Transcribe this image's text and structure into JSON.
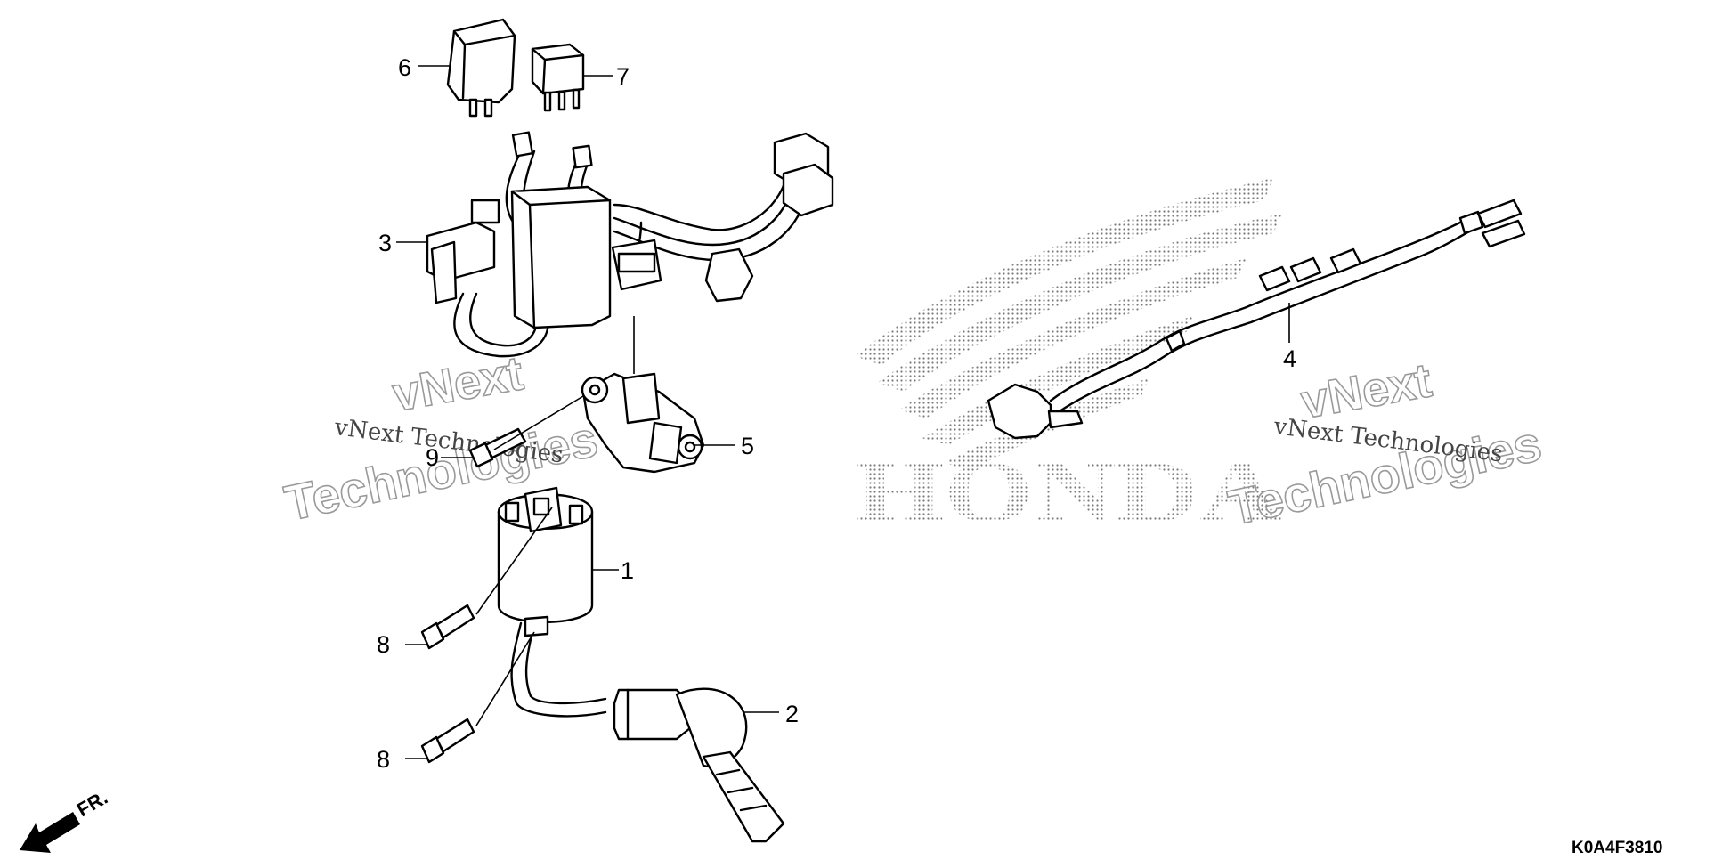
{
  "callouts": [
    {
      "id": "c1",
      "label": "1"
    },
    {
      "id": "c2",
      "label": "2"
    },
    {
      "id": "c3",
      "label": "3"
    },
    {
      "id": "c4",
      "label": "4"
    },
    {
      "id": "c5",
      "label": "5"
    },
    {
      "id": "c6",
      "label": "6"
    },
    {
      "id": "c7",
      "label": "7"
    },
    {
      "id": "c8a",
      "label": "8"
    },
    {
      "id": "c8b",
      "label": "8"
    },
    {
      "id": "c9",
      "label": "9"
    }
  ],
  "diagram_code": "K0A4F3810",
  "front_indicator": "FR.",
  "watermark": {
    "line1": "vNext",
    "line2": "Technologies",
    "full": "vNext Technologies"
  },
  "background_logo": "HONDA"
}
